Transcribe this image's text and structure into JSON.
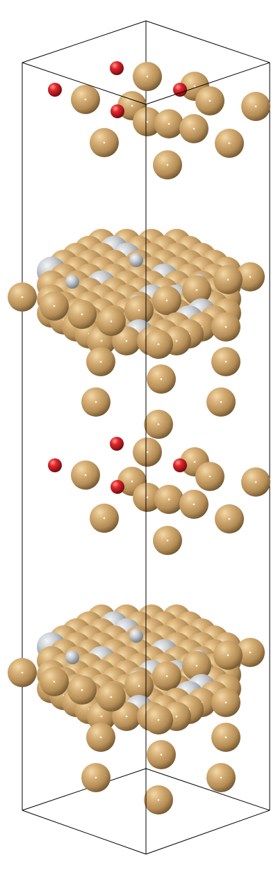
{
  "structure": {
    "kind": "atomic-slab-supercell",
    "repeat_units": 2,
    "elements": [
      {
        "name": "metal",
        "color": "#c8a060",
        "shade": "#6e5430"
      },
      {
        "name": "dopant",
        "color": "#c0c4c8",
        "shade": "#70757a"
      },
      {
        "name": "oxygen",
        "color": "#d8242a",
        "shade": "#6a0a0c"
      }
    ],
    "cell_edge_color": "#000000",
    "background": "#ffffff"
  }
}
